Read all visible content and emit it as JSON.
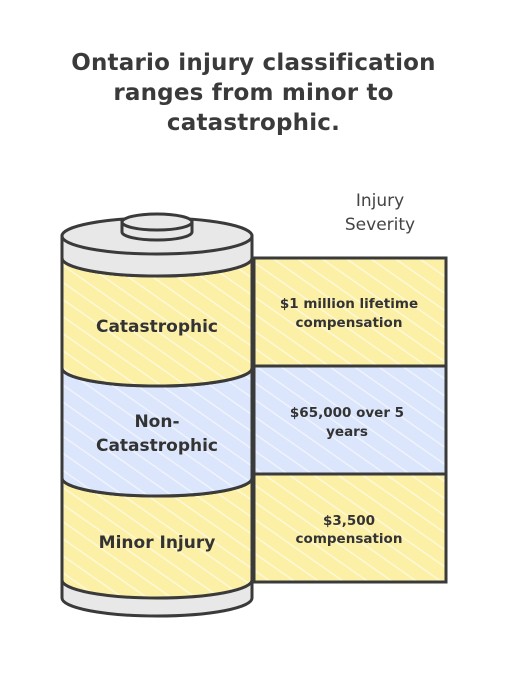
{
  "title_lines": [
    "Ontario injury classification",
    "ranges from minor to",
    "catastrophic."
  ],
  "axis_label_lines": [
    "Injury",
    "Severity"
  ],
  "levels": [
    {
      "name": "Catastrophic",
      "compensation_lines": [
        "$1 million lifetime",
        "compensation"
      ],
      "color": "#fcf0a6"
    },
    {
      "name_lines": [
        "Non-",
        "Catastrophic"
      ],
      "compensation_lines": [
        "$65,000 over 5",
        "years"
      ],
      "color": "#dbe5fb"
    },
    {
      "name": "Minor Injury",
      "compensation_lines": [
        "$3,500",
        "compensation"
      ],
      "color": "#fcf0a6"
    }
  ],
  "colors": {
    "stroke": "#3a3a3a",
    "cylinder_cap": "#e8e8e8",
    "yellow": "#fcf0a6",
    "blue": "#dbe5fb"
  }
}
